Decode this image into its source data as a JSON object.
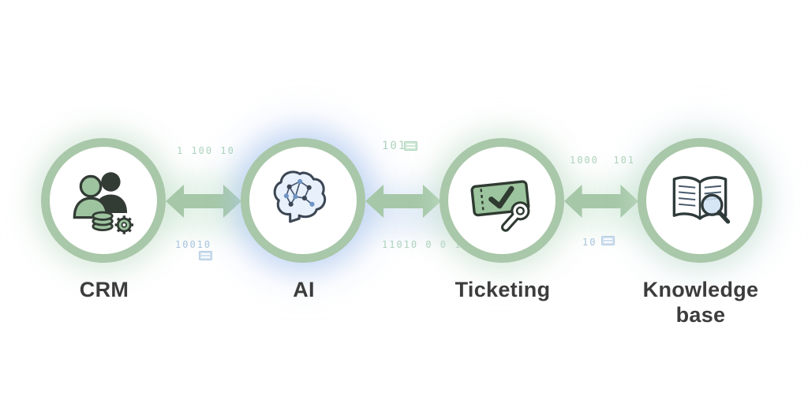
{
  "diagram": {
    "type": "integration-flow",
    "nodes": [
      {
        "id": "crm",
        "label": "CRM",
        "icon": "crm-icon"
      },
      {
        "id": "ai",
        "label": "AI",
        "icon": "ai-brain-icon"
      },
      {
        "id": "ticketing",
        "label": "Ticketing",
        "icon": "ticket-icon"
      },
      {
        "id": "knowledge_base",
        "label": "Knowledge base",
        "icon": "knowledge-base-icon"
      }
    ],
    "connections": [
      {
        "from": "CRM",
        "to": "AI",
        "style": "bidirectional-arrow"
      },
      {
        "from": "AI",
        "to": "Ticketing",
        "style": "bidirectional-arrow"
      },
      {
        "from": "Ticketing",
        "to": "Knowledge base",
        "style": "bidirectional-arrow"
      }
    ],
    "colors": {
      "background": "#ffffff",
      "circle_ring": "#a9c7a9",
      "arrow": "#a6c8a8",
      "label_text": "#3c3c3c",
      "icon_dark": "#333b35",
      "icon_green": "#9dc49f",
      "icon_blue_fill": "#cfe2f3",
      "brain_fill": "#e8f1fb",
      "binary_green": "#aed3bc",
      "binary_blue": "#a9c4de"
    },
    "background_binary": [
      "1 100 10",
      "10010",
      "101",
      "11010 0 0 1",
      "1000  101",
      "10 1"
    ]
  }
}
